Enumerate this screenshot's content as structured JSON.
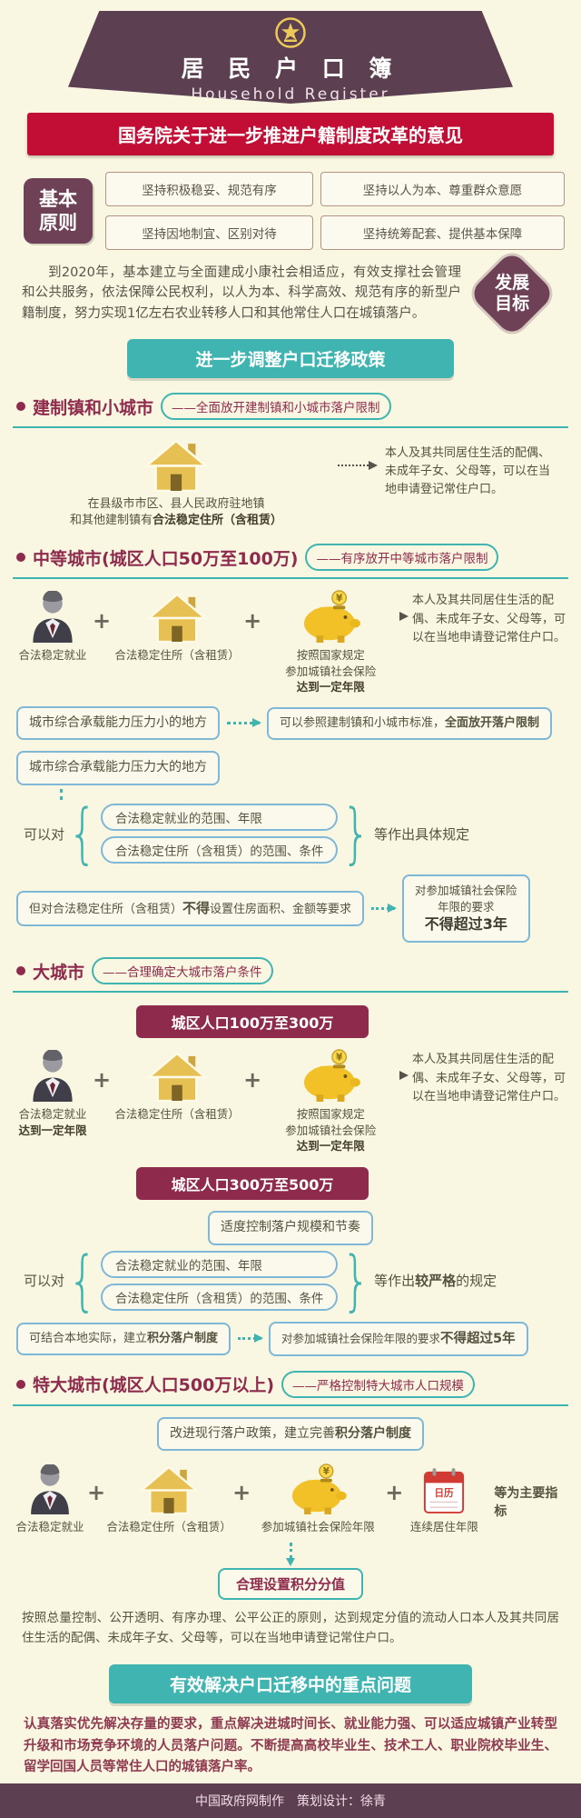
{
  "colors": {
    "maroon": "#5c3f51",
    "accent_red": "#c20e34",
    "teal": "#3fb4b0",
    "section_red": "#8e2b4d",
    "box_blue": "#7fb7d7",
    "gold": "#e6c052",
    "background": "#f9f6e1"
  },
  "header": {
    "title": "居 民 户 口 簿",
    "subtitle": "Household  Register"
  },
  "main_title": "国务院关于进一步推进户籍制度改革的意见",
  "principles": {
    "label": "基本\n原则",
    "items": [
      "坚持积极稳妥、规范有序",
      "坚持以人为本、尊重群众意愿",
      "坚持因地制宜、区别对待",
      "坚持统筹配套、提供基本保障"
    ]
  },
  "goals": {
    "badge": "发展\n目标",
    "text": "到2020年，基本建立与全面建成小康社会相适应，有效支撑社会管理和公共服务，依法保障公民权利，以人为本、科学高效、规范有序的新型户籍制度，努力实现1亿左右农业转移人口和其他常住人口在城镇落户。"
  },
  "banners": {
    "policy": "进一步调整户口迁移政策",
    "key": "有效解决户口迁移中的重点问题"
  },
  "icons": {
    "plus": "+",
    "yuan": "¥",
    "calendar": "日历"
  },
  "towns": {
    "title": "建制镇和小城市",
    "subtitle": "——全面放开建制镇和小城市落户限制",
    "caption_pre": "在县级市市区、县人民政府驻地镇\n和其他建制镇有",
    "caption_bold": "合法稳定住所（含租赁）",
    "result": "本人及其共同居住生活的配偶、未成年子女、父母等，可以在当地申请登记常住户口。"
  },
  "medium": {
    "title": "中等城市(城区人口50万至100万)",
    "subtitle": "——有序放开中等城市落户限制",
    "employment": "合法稳定就业",
    "residence": "合法稳定住所（含租赁）",
    "insurance_pre": "按照国家规定\n参加城镇社会保险",
    "insurance_bold": "达到一定年限",
    "result": "本人及其共同居住生活的配偶、未成年子女、父母等，可以在当地申请登记常住户口。",
    "low_pressure": "城市综合承载能力压力小的地方",
    "low_result_pre": "可以参照建制镇和小城市标准，",
    "low_result_bold": "全面放开落户限制",
    "high_pressure": "城市综合承载能力压力大的地方",
    "may_prefix": "可以对",
    "brace_item1": "合法稳定就业的范围、年限",
    "brace_item2": "合法稳定住所（含租赁）的范围、条件",
    "may_suffix": "等作出具体规定",
    "restriction_pre": "但对合法稳定住所（含租赁）",
    "restriction_bold": "不得",
    "restriction_post": "设置住房面积、金额等要求",
    "cap_pre": "对参加城镇社会保险\n年限的要求",
    "cap_bold": "不得超过3年"
  },
  "large": {
    "title": "大城市",
    "subtitle": "——合理确定大城市落户条件",
    "pop_band1": "城区人口100万至300万",
    "employment_pre": "合法稳定就业",
    "employment_bold": "达到一定年限",
    "residence": "合法稳定住所（含租赁）",
    "insurance_pre": "按照国家规定\n参加城镇社会保险",
    "insurance_bold": "达到一定年限",
    "result": "本人及其共同居住生活的配偶、未成年子女、父母等，可以在当地申请登记常住户口。",
    "pop_band2": "城区人口300万至500万",
    "control": "适度控制落户规模和节奏",
    "may_prefix": "可以对",
    "brace_item1": "合法稳定就业的范围、年限",
    "brace_item2": "合法稳定住所（含租赁）的范围、条件",
    "suffix_pre": "等作出",
    "suffix_bold": "较严格",
    "suffix_post": "的规定",
    "points_pre": "可结合本地实际，建立",
    "points_bold": "积分落户制度",
    "cap_pre": "对参加城镇社会保险年限的要求",
    "cap_bold": "不得超过5年"
  },
  "mega": {
    "title": "特大城市(城区人口500万以上)",
    "subtitle": "——严格控制特大城市人口规模",
    "improve_pre": "改进现行落户政策，建立完善",
    "improve_bold": "积分落户制度",
    "employment": "合法稳定就业",
    "residence": "合法稳定住所（含租赁）",
    "insurance": "参加城镇社会保险年限",
    "duration": "连续居住年限",
    "main_indicators": "等为主要指标",
    "score": "合理设置积分分值",
    "principle": "按照总量控制、公开透明、有序办理、公平公正的原则，达到规定分值的流动人口本人及其共同居住生活的配偶、未成年子女、父母等，可以在当地申请登记常住户口。"
  },
  "key_text": "认真落实优先解决存量的要求，重点解决进城时间长、就业能力强、可以适应城镇产业转型升级和市场竞争环境的人员落户问题。不断提高高校毕业生、技术工人、职业院校毕业生、留学回国人员等常住人口的城镇落户率。",
  "footer": "中国政府网制作　策划设计：徐青"
}
